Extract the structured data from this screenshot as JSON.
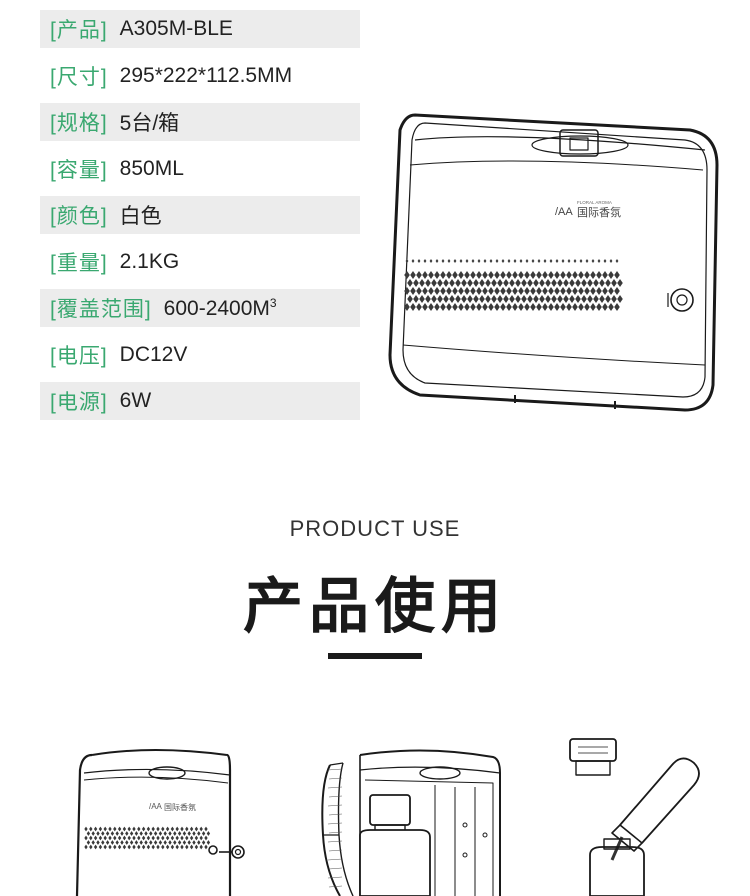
{
  "specs": [
    {
      "label": "[产品]",
      "value": "A305M-BLE",
      "shaded": true
    },
    {
      "label": "[尺寸]",
      "value": "295*222*112.5MM",
      "shaded": false
    },
    {
      "label": "[规格]",
      "value": "5台/箱",
      "shaded": true
    },
    {
      "label": "[容量]",
      "value": "850ML",
      "shaded": false
    },
    {
      "label": "[颜色]",
      "value": "白色",
      "shaded": true
    },
    {
      "label": "[重量]",
      "value": "2.1KG",
      "shaded": false
    },
    {
      "label": "[覆盖范围]",
      "value": "600-2400M",
      "value_sup": "3",
      "shaded": true
    },
    {
      "label": "[电压]",
      "value": "DC12V",
      "shaded": false
    },
    {
      "label": "[电源]",
      "value": "6W",
      "shaded": true
    }
  ],
  "device": {
    "brand_mark": "/AA",
    "brand_name": "国际香氛",
    "brand_sub": "FLORAL AROMA"
  },
  "section": {
    "subtitle": "PRODUCT USE",
    "title": "产品使用"
  },
  "colors": {
    "accent_green": "#3aa870",
    "row_shade": "#ececec",
    "text": "#222222"
  }
}
